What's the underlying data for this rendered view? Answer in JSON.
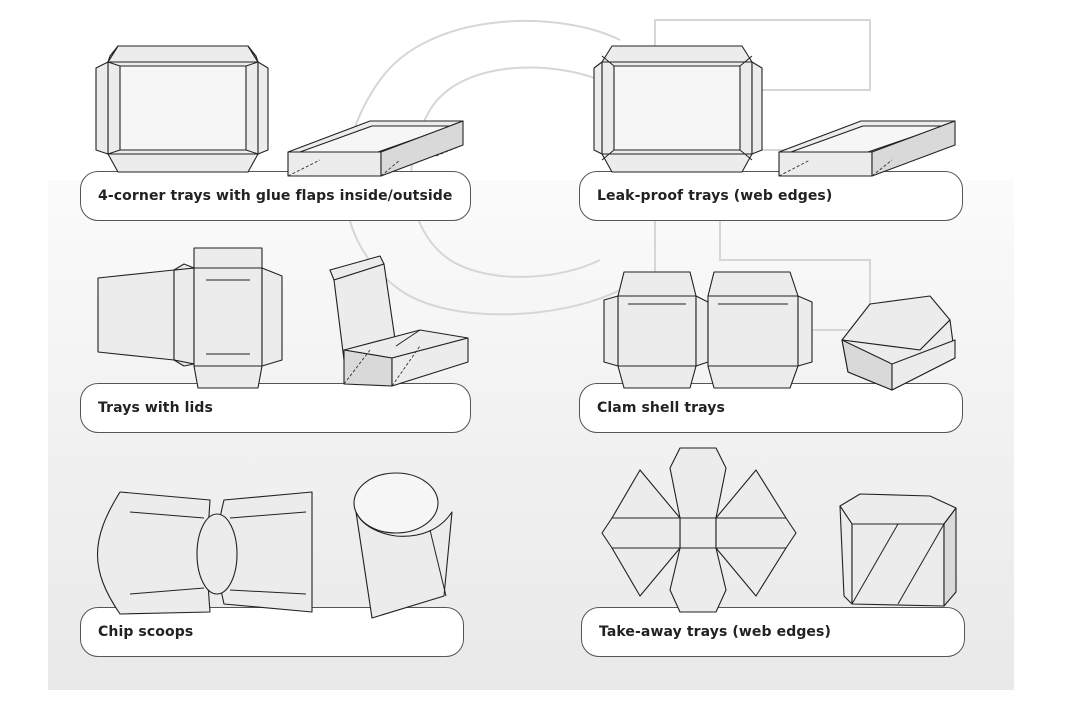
{
  "captions": {
    "corner_trays": "4-corner trays with glue flaps inside/outside",
    "leak_proof": "Leak-proof trays (web edges)",
    "trays_lids": "Trays with lids",
    "clam_shell": "Clam shell trays",
    "chip_scoops": "Chip scoops",
    "take_away": "Take-away trays (web edges)"
  }
}
